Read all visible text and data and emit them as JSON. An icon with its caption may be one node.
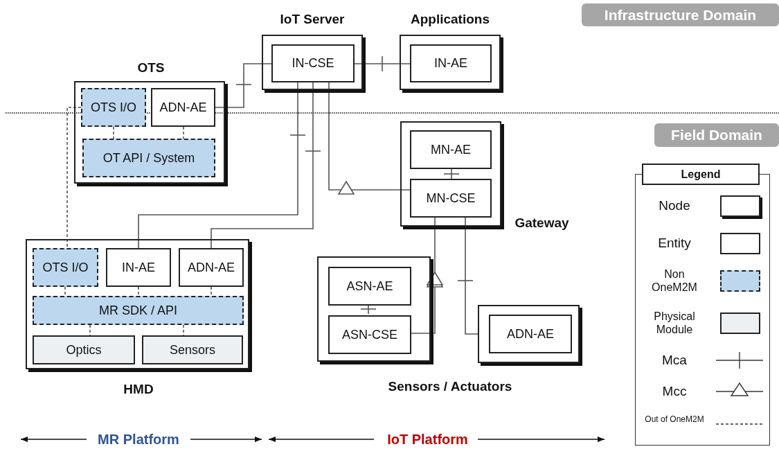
{
  "diagram": {
    "nodes": [
      {
        "text": [
          "OTS"
        ]
      },
      {
        "text": [
          "OTS I/O"
        ],
        "in": 0
      },
      {
        "text": [
          "ADN-AE"
        ],
        "in": 0
      },
      {
        "text": [
          "OT API / System"
        ],
        "in": 0
      },
      {
        "text": [
          "IoT Server"
        ]
      },
      {
        "text": [
          "IN-CSE"
        ],
        "in": 4
      },
      {
        "text": [
          "Applications"
        ]
      },
      {
        "text": [
          "IN-AE"
        ],
        "in": 6
      },
      {
        "text": [
          "Gateway"
        ]
      },
      {
        "text": [
          "MN-AE"
        ],
        "in": 8
      },
      {
        "text": [
          "MN-CSE"
        ],
        "in": 8
      },
      {
        "text": [
          "HMD"
        ]
      },
      {
        "text": [
          "OTS I/O"
        ],
        "in": 11
      },
      {
        "text": [
          "IN-AE"
        ],
        "in": 11
      },
      {
        "text": [
          "ADN-AE"
        ],
        "in": 11
      },
      {
        "text": [
          "MR SDK / API"
        ],
        "in": 11
      },
      {
        "text": [
          "Optics"
        ],
        "in": 11
      },
      {
        "text": [
          "Sensors"
        ],
        "in": 11
      },
      {
        "text": [],
        "shape": "box"
      },
      {
        "text": [
          "ASN-AE"
        ],
        "in": 18
      },
      {
        "text": [
          "ASN-CSE"
        ],
        "in": 18
      },
      {
        "text": [],
        "shape": "box"
      },
      {
        "text": [
          "ADN-AE"
        ],
        "in": 21
      }
    ],
    "edges": [
      {
        "from": 2,
        "to": 5,
        "arrow": "none"
      },
      {
        "from": 5,
        "to": 7,
        "arrow": "none"
      },
      {
        "from": 13,
        "to": 5,
        "arrow": "none"
      },
      {
        "from": 14,
        "to": 5,
        "arrow": "none"
      },
      {
        "from": 10,
        "to": 5,
        "arrow": "none"
      },
      {
        "from": 9,
        "to": 10,
        "arrow": "none"
      },
      {
        "from": 20,
        "to": 10,
        "arrow": "to"
      },
      {
        "from": 21,
        "to": 10,
        "arrow": "none"
      },
      {
        "from": 19,
        "to": 20,
        "arrow": "none"
      },
      {
        "from": 1,
        "to": 12,
        "arrow": "none",
        "style": "dashed"
      },
      {
        "from": 1,
        "to": 3,
        "arrow": "none",
        "style": "dashed"
      },
      {
        "from": 2,
        "to": 3,
        "arrow": "none",
        "style": "dashed"
      },
      {
        "from": 12,
        "to": 15,
        "arrow": "none",
        "style": "dashed"
      },
      {
        "from": 13,
        "to": 15,
        "arrow": "none",
        "style": "dashed"
      },
      {
        "from": 14,
        "to": 15,
        "arrow": "none",
        "style": "dashed"
      },
      {
        "from": 15,
        "to": 16,
        "arrow": "none",
        "style": "dashed"
      },
      {
        "from": 15,
        "to": 17,
        "arrow": "none",
        "style": "dashed"
      }
    ],
    "labels": [
      "Infrastructure Domain",
      "Field Domain",
      "Sensors / Actuators",
      "Legend",
      "MR Platform",
      "IoT Platform"
    ],
    "legend": [
      {
        "text": "Node"
      },
      {
        "text": "Entity",
        "color": "#ffffff"
      },
      {
        "text": "Non OneM2M",
        "color": "#bdd7ee"
      },
      {
        "text": "Physical Module",
        "color": "#edf0f3"
      },
      {
        "text": "Mca"
      },
      {
        "text": "Mcc"
      },
      {
        "text": "Out of OneM2M"
      }
    ]
  }
}
